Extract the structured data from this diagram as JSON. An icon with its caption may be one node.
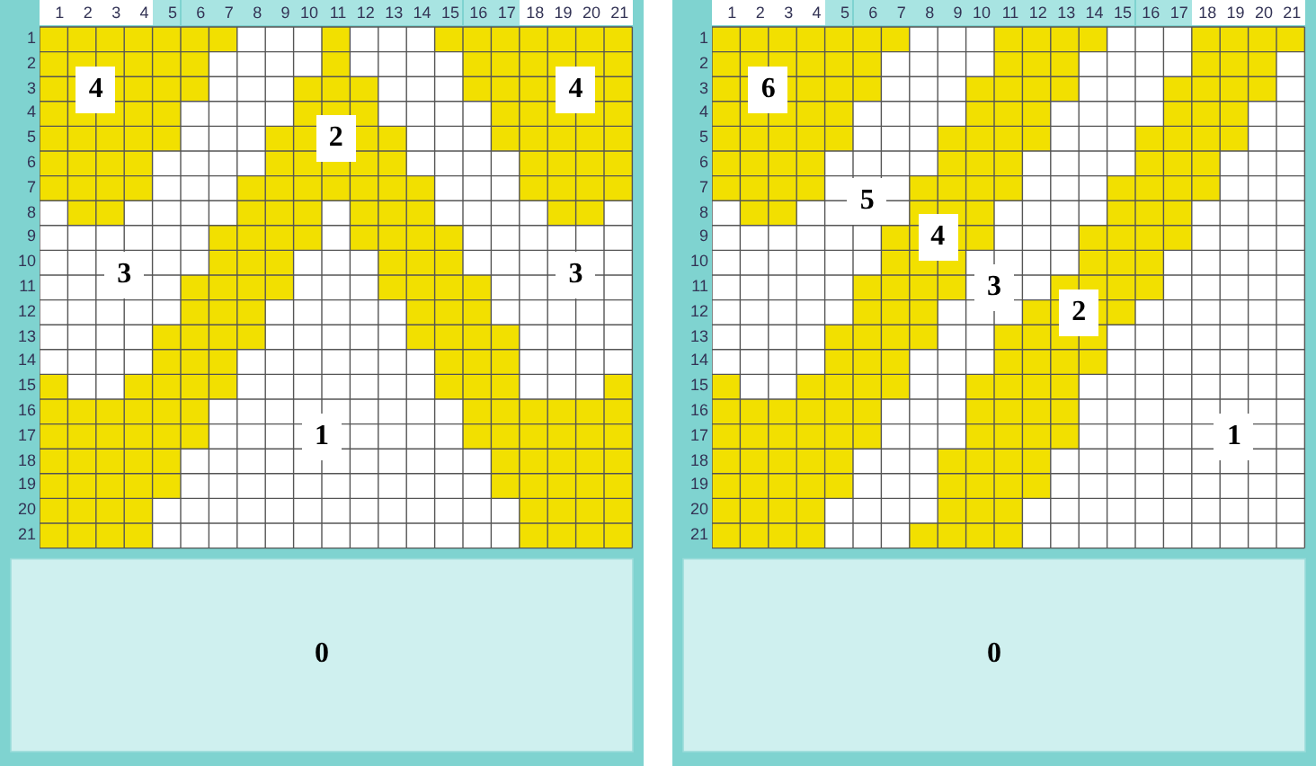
{
  "diagram": {
    "labels": [
      "1",
      "2",
      "3",
      "4",
      "5",
      "6",
      "7",
      "8",
      "9",
      "10",
      "11",
      "12",
      "13",
      "14",
      "15",
      "16",
      "17",
      "18",
      "19",
      "20",
      "21",
      "1",
      "2",
      "3",
      "4",
      "5",
      "6",
      "7",
      "8",
      "9",
      "10",
      "11",
      "12",
      "13",
      "14",
      "15",
      "16",
      "17",
      "18",
      "19",
      "20",
      "21",
      "4",
      "4",
      "2",
      "3",
      "3",
      "1",
      "0",
      "1",
      "2",
      "3",
      "4",
      "5",
      "6",
      "7",
      "8",
      "9",
      "10",
      "11",
      "12",
      "13",
      "14",
      "15",
      "16",
      "17",
      "18",
      "19",
      "20",
      "21",
      "1",
      "2",
      "3",
      "4",
      "5",
      "6",
      "7",
      "8",
      "9",
      "10",
      "11",
      "12",
      "13",
      "14",
      "15",
      "16",
      "17",
      "18",
      "19",
      "20",
      "21",
      "6",
      "5",
      "4",
      "3",
      "2",
      "1",
      "0"
    ]
  }
}
